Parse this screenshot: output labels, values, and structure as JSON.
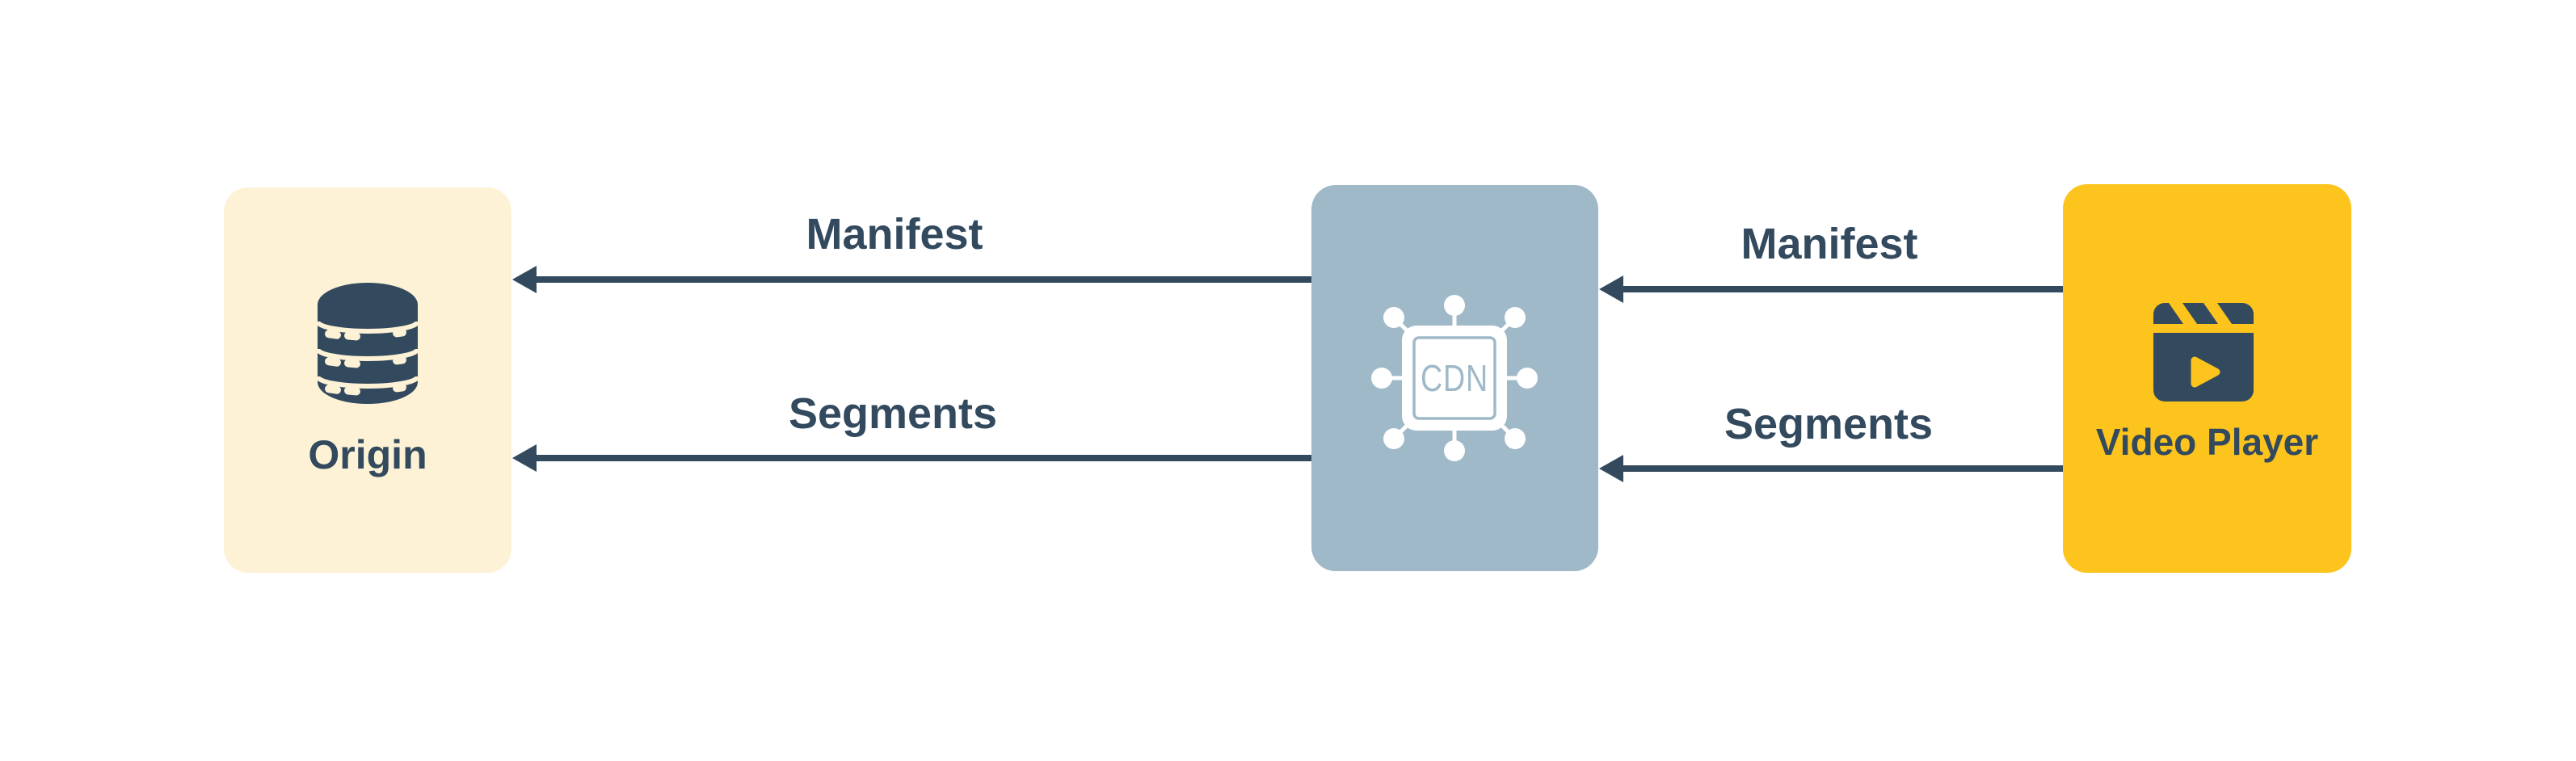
{
  "colors": {
    "background": "#ffffff",
    "navy": "#334A5E",
    "origin_fill": "#FDF2D6",
    "cdn_fill": "#9FB9C9",
    "player_fill": "#FCC41D",
    "icon_white": "#ffffff"
  },
  "nodes": {
    "origin": {
      "label": "Origin",
      "icon": "database-icon"
    },
    "cdn": {
      "icon_text": "CDN",
      "icon": "cdn-network-icon"
    },
    "player": {
      "label": "Video Player",
      "icon": "clapperboard-icon"
    }
  },
  "arrows": [
    {
      "id": "cdn-to-origin-manifest",
      "label": "Manifest",
      "from": "cdn",
      "to": "origin",
      "direction": "left"
    },
    {
      "id": "cdn-to-origin-segments",
      "label": "Segments",
      "from": "cdn",
      "to": "origin",
      "direction": "left"
    },
    {
      "id": "player-to-cdn-manifest",
      "label": "Manifest",
      "from": "player",
      "to": "cdn",
      "direction": "left"
    },
    {
      "id": "player-to-cdn-segments",
      "label": "Segments",
      "from": "player",
      "to": "cdn",
      "direction": "left"
    }
  ]
}
